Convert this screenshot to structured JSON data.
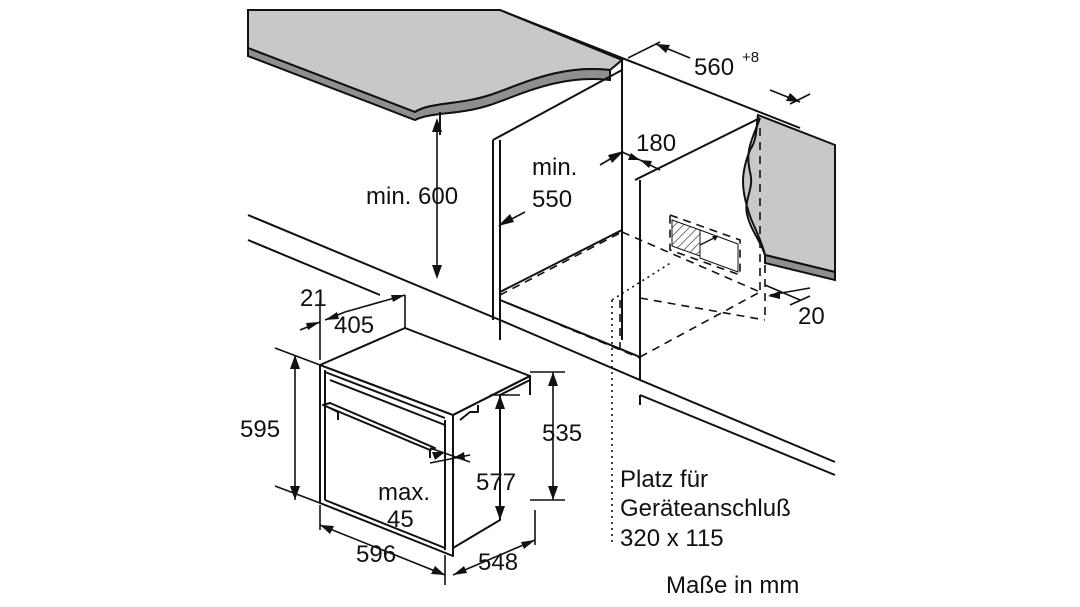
{
  "labels": {
    "niche_height": "min. 600",
    "niche_depth_line1": "min.",
    "niche_depth_line2": "550",
    "niche_width": "560",
    "niche_width_tolerance": "+8",
    "cutout_offset": "180",
    "rear_gap": "20",
    "panel_depth": "21",
    "top_depth": "405",
    "oven_height": "595",
    "oven_width": "596",
    "oven_depth": "548",
    "body_height_front": "577",
    "body_height_rear": "535",
    "handle_line1": "max.",
    "handle_line2": "45",
    "connection_line1": "Platz für",
    "connection_line2": "Geräteanschluß",
    "connection_line3": "320 x 115",
    "units": "Maße in mm"
  },
  "colors": {
    "line": "#111111",
    "countertop": "#c8c8c8",
    "countertop_edge": "#8f8f8f",
    "background": "#ffffff"
  }
}
